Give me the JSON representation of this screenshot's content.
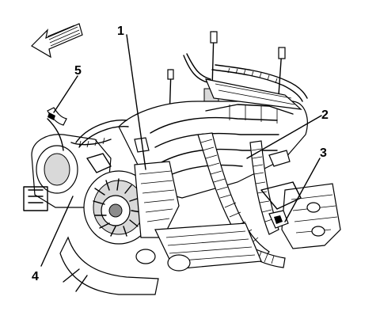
{
  "callouts": {
    "c1": "1",
    "c2": "2",
    "c3": "3",
    "c4": "4",
    "c5": "5"
  },
  "icons": {
    "direction_arrow": "front-direction-arrow-icon"
  }
}
